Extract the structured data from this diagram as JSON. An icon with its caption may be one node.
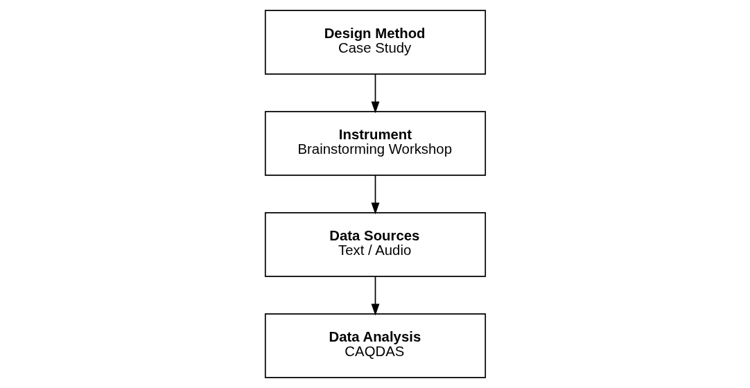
{
  "diagram": {
    "nodes": [
      {
        "text": [
          "Design Method",
          "Case Study"
        ]
      },
      {
        "text": [
          "Instrument",
          "Brainstorming Workshop"
        ]
      },
      {
        "text": [
          "Data Sources",
          "Text / Audio"
        ]
      },
      {
        "text": [
          "Data Analysis",
          "CAQDAS"
        ]
      }
    ],
    "edges": [
      {
        "from": 0,
        "to": 1,
        "arrow": "to"
      },
      {
        "from": 1,
        "to": 2,
        "arrow": "to"
      },
      {
        "from": 2,
        "to": 3,
        "arrow": "to"
      }
    ]
  }
}
